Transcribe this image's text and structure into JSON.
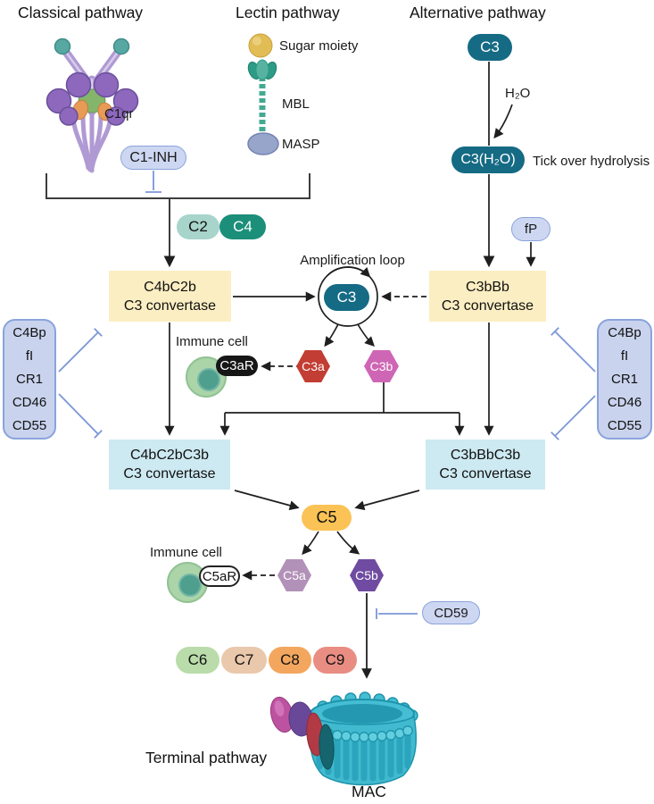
{
  "colors": {
    "teal_pill": "#156a84",
    "yellow_box": "#fbeec2",
    "blue_box": "#cde9f2",
    "lavender_box": "#c9d3ee",
    "inhibitor_line": "#7b96d6",
    "mac_teal": "#41b9ce"
  },
  "headers": {
    "classical": "Classical pathway",
    "lectin": "Lectin pathway",
    "alternative": "Alternative pathway"
  },
  "classical": {
    "complex": "C1qr",
    "inhibitor": "C1-INH"
  },
  "lectin": {
    "sugar": "Sugar moiety",
    "mbl": "MBL",
    "masp": "MASP"
  },
  "alternative": {
    "c3": "C3",
    "h2o": "H₂O",
    "c3h2o": "C3(H₂O)",
    "tick_over": "Tick over hydrolysis",
    "fp": "fP"
  },
  "activation": {
    "c2": "C2",
    "c4": "C4"
  },
  "amplification": {
    "label": "Amplification loop",
    "c3": "C3"
  },
  "convertases": {
    "classical": {
      "line1": "C4bC2b",
      "line2": "C3 convertase"
    },
    "alternative": {
      "line1": "C3bBb",
      "line2": "C3 convertase"
    },
    "classical_c5": {
      "line1": "C4bC2bC3b",
      "line2": "C3 convertase"
    },
    "alternative_c5": {
      "line1": "C3bBbC3b",
      "line2": "C3 convertase"
    }
  },
  "fragments": {
    "c3a": "C3a",
    "c3b": "C3b",
    "c5": "C5",
    "c5a": "C5a",
    "c5b": "C5b"
  },
  "immune": {
    "top_label": "Immune cell",
    "bottom_label": "Immune cell",
    "c3ar": "C3aR",
    "c5ar": "C5aR"
  },
  "regulators": {
    "left": {
      "items": [
        "C4Bp",
        "fI",
        "CR1",
        "CD46",
        "CD55"
      ]
    },
    "right": {
      "items": [
        "C4Bp",
        "fI",
        "CR1",
        "CD46",
        "CD55"
      ]
    },
    "cd59": "CD59"
  },
  "terminal": {
    "c6": "C6",
    "c7": "C7",
    "c8": "C8",
    "c9": "C9",
    "pathway_label": "Terminal pathway",
    "mac_label": "MAC"
  }
}
